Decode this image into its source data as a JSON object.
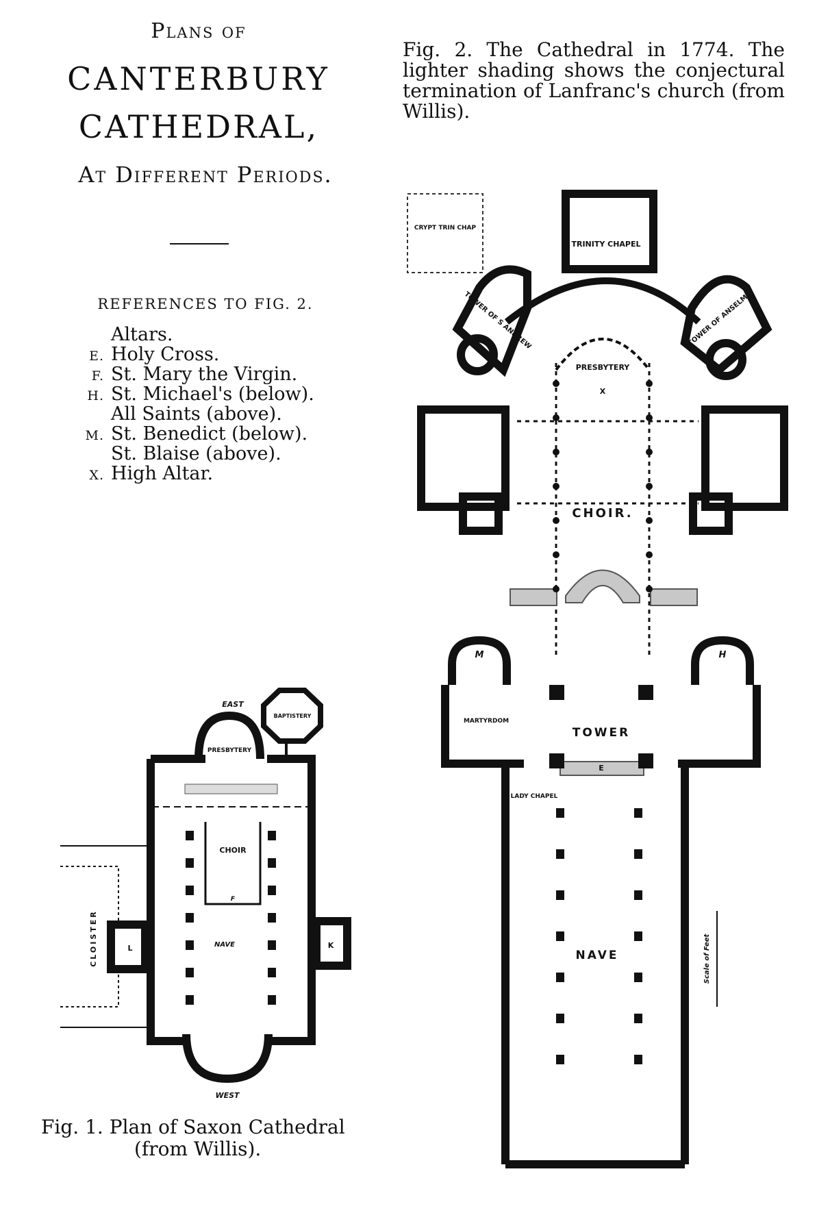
{
  "header": {
    "plans_of": "Plans of",
    "title_line1": "CANTERBURY",
    "title_line2": "CATHEDRAL,",
    "subtitle": "At Different Periods."
  },
  "references": {
    "heading": "REFERENCES TO FIG. 2.",
    "items": [
      {
        "key": "",
        "text": "Altars."
      },
      {
        "key": "E.",
        "text": "Holy Cross."
      },
      {
        "key": "F.",
        "text": "St. Mary the Virgin."
      },
      {
        "key": "H.",
        "text": "St. Michael's (below)."
      },
      {
        "key": "",
        "text": "All Saints (above)."
      },
      {
        "key": "M.",
        "text": "St. Benedict (below)."
      },
      {
        "key": "",
        "text": "St. Blaise (above)."
      },
      {
        "key": "X.",
        "text": "High Altar."
      }
    ]
  },
  "fig2": {
    "caption": "Fig. 2.  The Cathedral in 1774.  The lighter shading shows the conjectural termination of Lanfranc's church (from Willis).",
    "labels": {
      "trinity_chapel": "TRINITY CHAPEL",
      "crypt": "CRYPT TRIN CHAP",
      "tower_andrew": "TOWER OF S ANDREW",
      "tower_anselm": "TOWER OF ANSELM",
      "presbytery": "PRESBYTERY",
      "choir": "CHOIR.",
      "martyrdom": "MARTYRDOM",
      "tower": "TOWER",
      "lady_chapel": "LADY CHAPEL",
      "nave": "NAVE",
      "scale": "Scale of Feet",
      "m": "M",
      "h": "H",
      "e": "E",
      "x": "X"
    }
  },
  "fig1": {
    "caption_line1": "Fig. 1.   Plan of Saxon Cathedral",
    "caption_line2": "(from Willis).",
    "labels": {
      "east": "EAST",
      "baptistery": "BAPTISTERY",
      "presbytery": "PRESBYTERY",
      "choir": "CHOIR",
      "nave": "NAVE",
      "cloister": "CLOISTER",
      "west": "WEST",
      "l": "L",
      "k": "K",
      "f": "F"
    }
  }
}
